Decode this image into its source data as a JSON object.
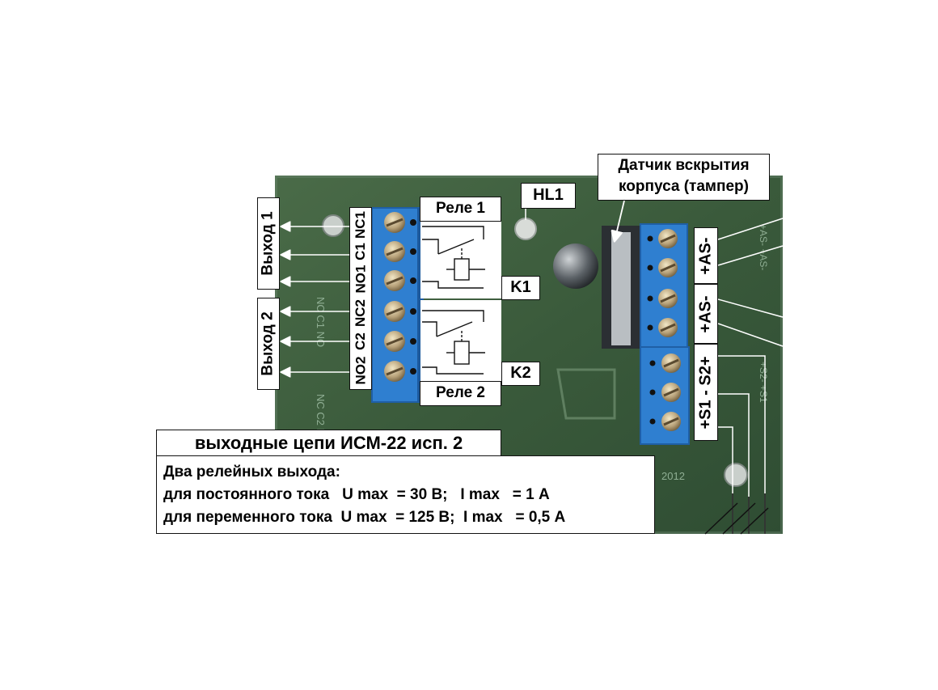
{
  "labels": {
    "hl1": "HL1",
    "tamper_line1": "Датчик вскрытия",
    "tamper_line2": "корпуса (тампер)",
    "relay1": "Реле 1",
    "relay2": "Реле 2",
    "k1": "K1",
    "k2": "K2",
    "output1": "Выход 1",
    "output2": "Выход 2",
    "nc1": "NC1",
    "c1": "C1",
    "no1": "NO1",
    "nc2": "NC2",
    "c2": "C2",
    "no2": "NO2",
    "as_top": "+AS-",
    "as_bottom": "+AS-",
    "s1s2": "+S1 - S2+"
  },
  "caption": {
    "title": "выходные цепи ИСМ-22 исп. 2",
    "line1": "Два релейных выхода:",
    "line2": "для постоянного тока   U max  = 30 В;   I max   = 1 А",
    "line3": "для переменного тока  U max  = 125 В;  I max   = 0,5 А"
  },
  "colors": {
    "pcb": "#3b5c3c",
    "terminal_blue": "#2f7fd0",
    "screw": "#b7a27a"
  }
}
